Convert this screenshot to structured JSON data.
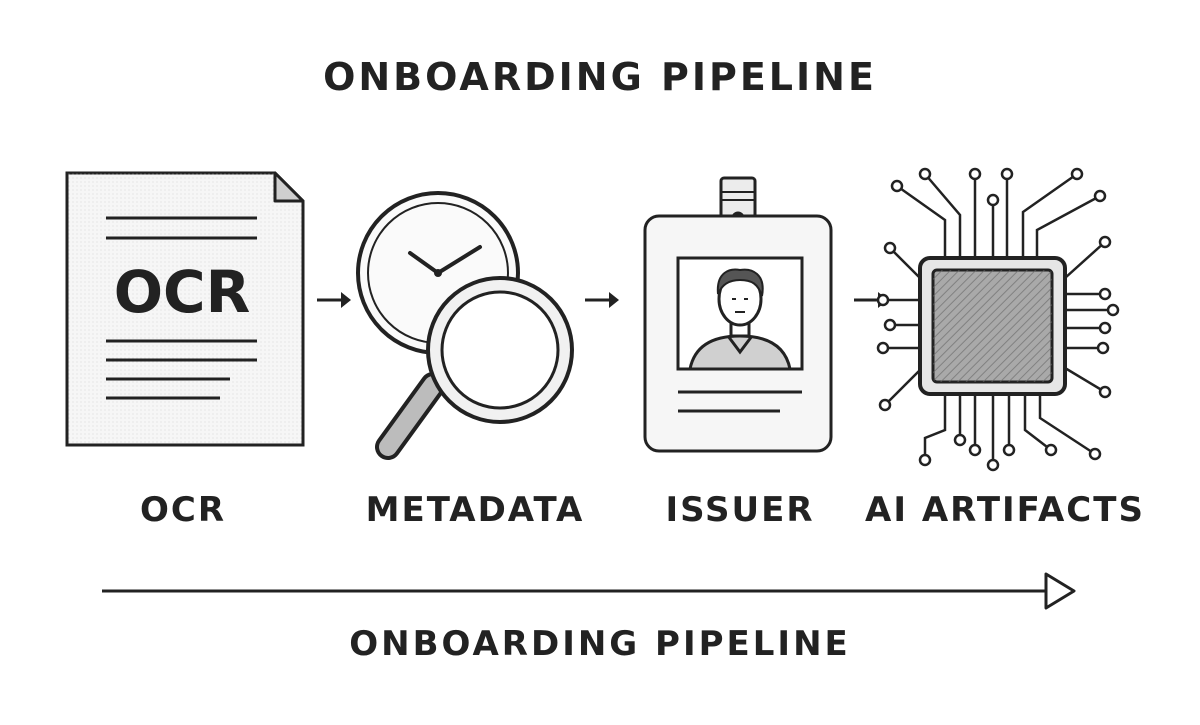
{
  "diagram": {
    "title": "ONBOARDING PIPELINE",
    "footer_label": "ONBOARDING PIPELINE",
    "stages": [
      {
        "label": "OCR",
        "icon": "document-icon",
        "icon_text": "OCR"
      },
      {
        "label": "METADATA",
        "icon": "clock-magnifier-icon"
      },
      {
        "label": "ISSUER",
        "icon": "id-badge-icon"
      },
      {
        "label": "AI ARTIFACTS",
        "icon": "ai-chip-icon"
      }
    ],
    "colors": {
      "ink": "#222222",
      "paper": "#f4f4f4",
      "background": "#ffffff"
    }
  }
}
